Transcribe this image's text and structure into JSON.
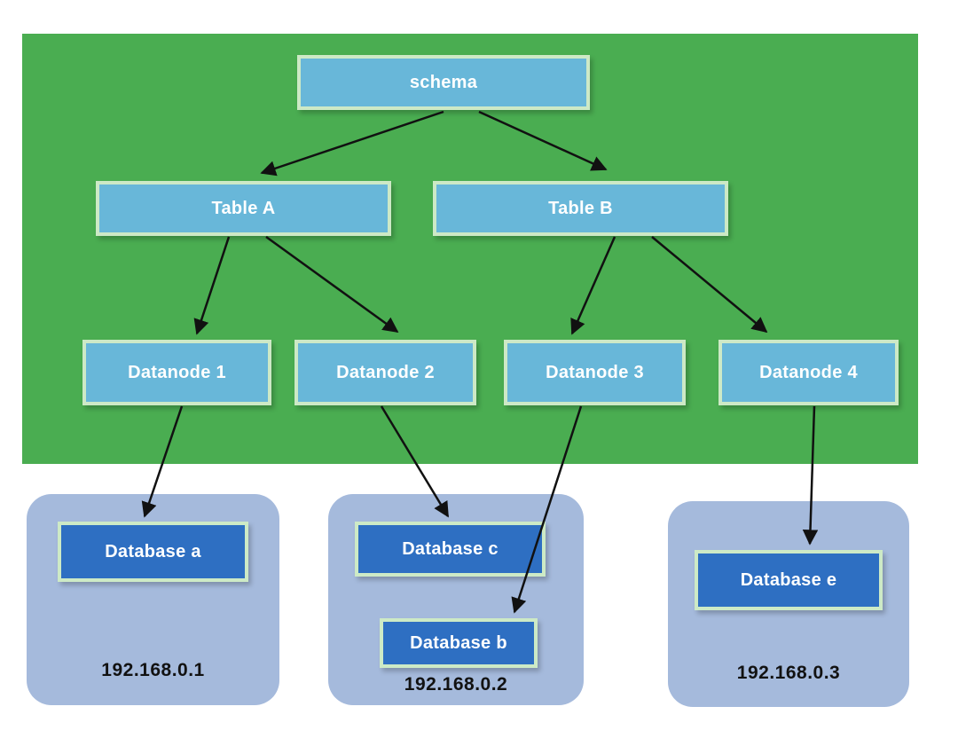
{
  "diagram": {
    "schema": "schema",
    "tables": [
      "Table A",
      "Table B"
    ],
    "datanodes": [
      "Datanode 1",
      "Datanode 2",
      "Datanode 3",
      "Datanode 4"
    ],
    "databases": {
      "a": "Database a",
      "b": "Database b",
      "c": "Database c",
      "e": "Database e"
    },
    "servers": [
      {
        "ip": "192.168.0.1"
      },
      {
        "ip": "192.168.0.2"
      },
      {
        "ip": "192.168.0.3"
      }
    ],
    "colors": {
      "panel_green": "#4aad51",
      "node_blue": "#68b7d9",
      "node_border_green": "#cde9c6",
      "database_blue": "#2e6fc2",
      "server_fill": "#a5badc",
      "arrow_black": "#111111",
      "node_text": "#ffffff",
      "ip_text": "#121212"
    }
  }
}
